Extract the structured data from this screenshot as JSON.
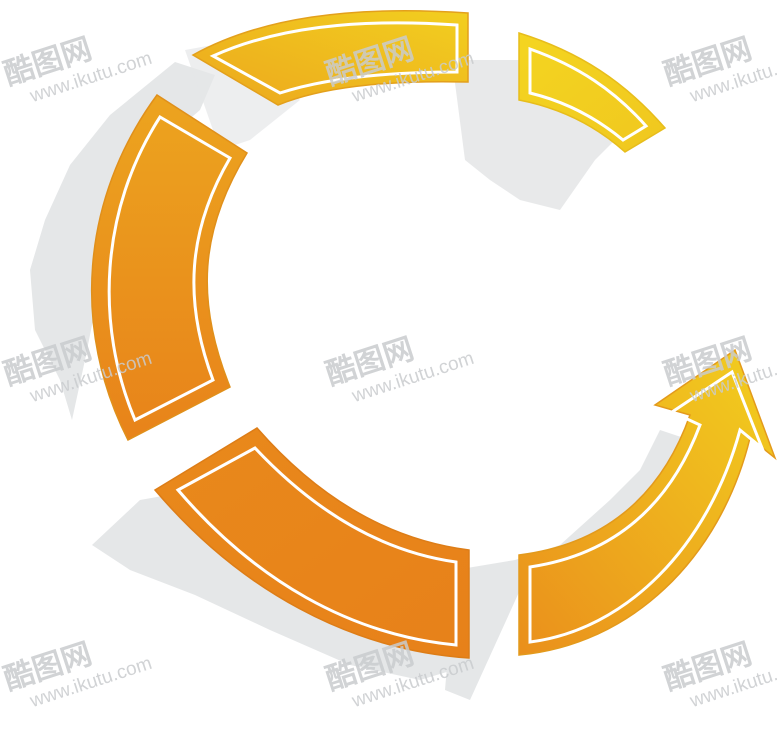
{
  "diagram": {
    "type": "segmented-cycle-ring",
    "segments": [
      {
        "name": "segment-top",
        "shape": "band"
      },
      {
        "name": "segment-top-right",
        "shape": "band"
      },
      {
        "name": "segment-left",
        "shape": "band"
      },
      {
        "name": "segment-bottom",
        "shape": "band"
      },
      {
        "name": "segment-bottom-right",
        "shape": "arrow"
      }
    ],
    "colors": {
      "orange": "#e8811a",
      "gold": "#f3d21e",
      "outline": "#ffffff",
      "shadow": "#e3e5e6"
    }
  },
  "watermark": {
    "brand": "酷图网",
    "url": "www.ikutu.com",
    "color": "#c7c9cc"
  }
}
